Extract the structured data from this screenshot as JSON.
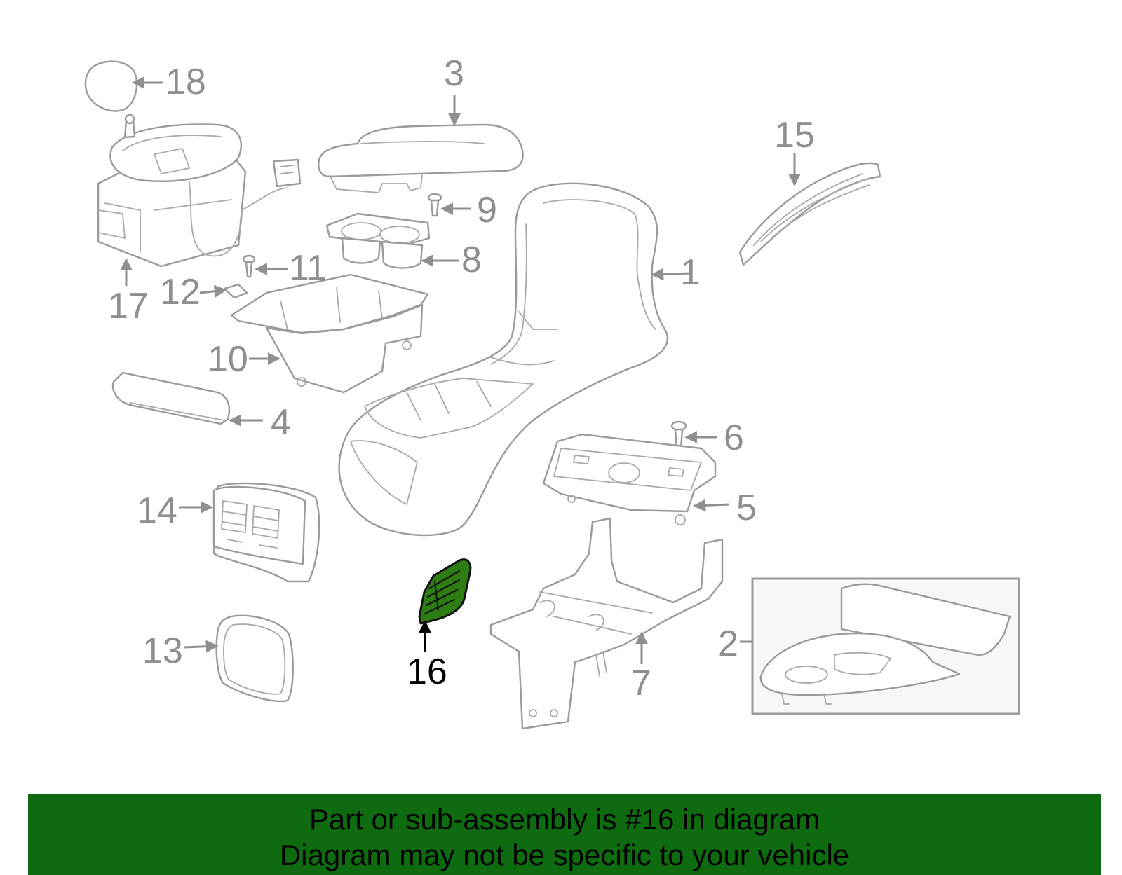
{
  "colors": {
    "highlight_fill": "#2e7d12",
    "banner_background": "#0f6b0f",
    "line_art": "#9a9a9a",
    "callout_text": "#8f8f8f",
    "highlight_callout": "#000000"
  },
  "callouts": {
    "c1": "1",
    "c2": "2",
    "c3": "3",
    "c4": "4",
    "c5": "5",
    "c6": "6",
    "c7": "7",
    "c8": "8",
    "c9": "9",
    "c10": "10",
    "c11": "11",
    "c12": "12",
    "c13": "13",
    "c14": "14",
    "c15": "15",
    "c16": "16",
    "c17": "17",
    "c18": "18"
  },
  "highlighted_part": "16",
  "banner": {
    "line1": "Part or sub-assembly is #16 in diagram",
    "line2": "Diagram may not be specific to your vehicle"
  }
}
